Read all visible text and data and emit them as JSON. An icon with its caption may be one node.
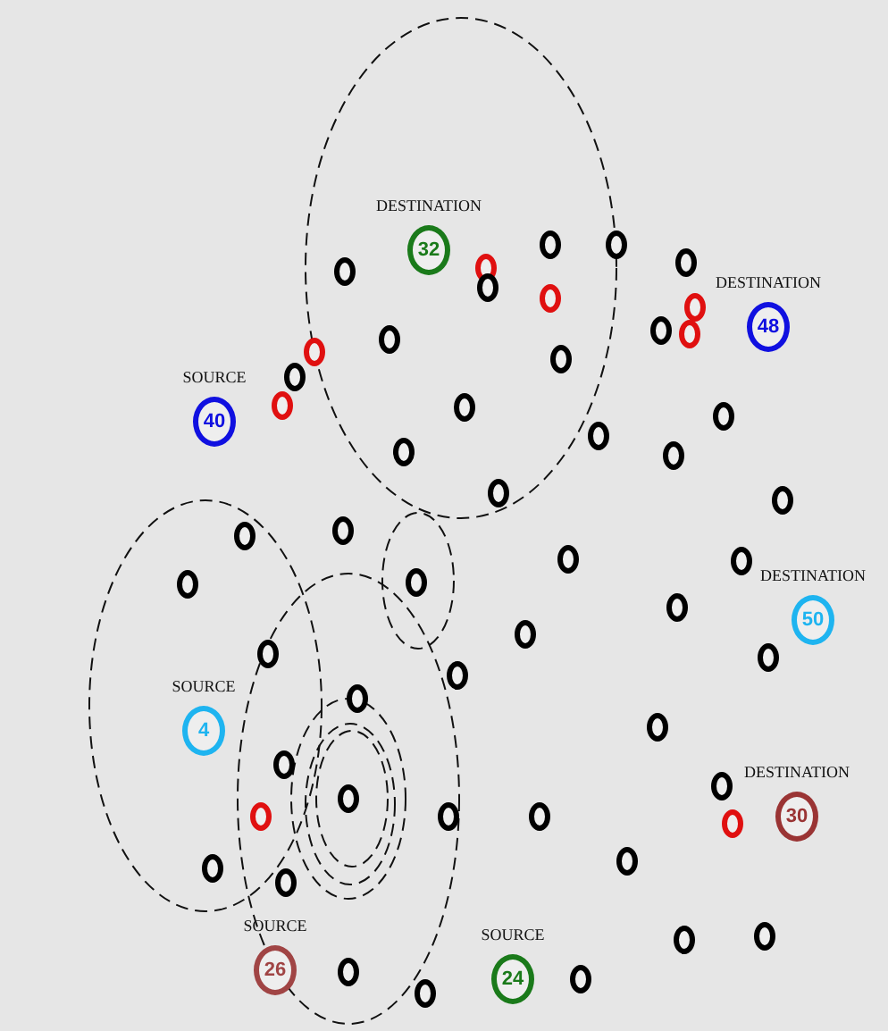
{
  "diagram": {
    "nodes": [
      {
        "text": [],
        "shape": "circle"
      },
      {
        "text": [],
        "shape": "circle"
      },
      {
        "text": [
          "DESTINATION",
          "32"
        ]
      },
      {
        "text": [],
        "shape": "circle"
      },
      {
        "text": [],
        "shape": "circle"
      },
      {
        "text": [],
        "shape": "circle"
      },
      {
        "text": [],
        "shape": "circle"
      },
      {
        "text": [],
        "shape": "circle"
      },
      {
        "text": [],
        "shape": "circle"
      },
      {
        "text": [],
        "shape": "circle"
      },
      {
        "text": [],
        "shape": "circle"
      },
      {
        "text": [
          "DESTINATION",
          "48"
        ]
      },
      {
        "text": [],
        "shape": "circle"
      },
      {
        "text": [],
        "shape": "circle"
      },
      {
        "text": [],
        "shape": "circle"
      },
      {
        "text": [],
        "shape": "circle"
      },
      {
        "text": [],
        "shape": "circle"
      },
      {
        "text": [],
        "shape": "circle"
      },
      {
        "text": [
          "SOURCE",
          "40"
        ]
      },
      {
        "text": [],
        "shape": "circle"
      },
      {
        "text": [],
        "shape": "circle"
      },
      {
        "text": [],
        "shape": "circle"
      },
      {
        "text": [],
        "shape": "circle"
      },
      {
        "text": [],
        "shape": "circle"
      },
      {
        "text": [],
        "shape": "circle"
      },
      {
        "text": [],
        "shape": "circle"
      },
      {
        "text": [],
        "shape": "circle"
      },
      {
        "text": [],
        "shape": "circle"
      },
      {
        "text": [],
        "shape": "circle"
      },
      {
        "text": [],
        "shape": "circle"
      },
      {
        "text": [],
        "shape": "circle"
      },
      {
        "text": [],
        "shape": "circle"
      },
      {
        "text": [
          "DESTINATION",
          "50"
        ]
      },
      {
        "text": [],
        "shape": "circle"
      },
      {
        "text": [],
        "shape": "circle"
      },
      {
        "text": [],
        "shape": "circle"
      },
      {
        "text": [],
        "shape": "circle"
      },
      {
        "text": [],
        "shape": "circle"
      },
      {
        "text": [],
        "shape": "circle"
      },
      {
        "text": [
          "SOURCE",
          "4"
        ]
      },
      {
        "text": [],
        "shape": "circle"
      },
      {
        "text": [],
        "shape": "circle"
      },
      {
        "text": [],
        "shape": "circle"
      },
      {
        "text": [],
        "shape": "circle"
      },
      {
        "text": [],
        "shape": "circle"
      },
      {
        "text": [],
        "shape": "circle"
      },
      {
        "text": [
          "DESTINATION",
          "30"
        ]
      },
      {
        "text": [],
        "shape": "circle"
      },
      {
        "text": [],
        "shape": "circle"
      },
      {
        "text": [],
        "shape": "circle"
      },
      {
        "text": [],
        "shape": "circle"
      },
      {
        "text": [],
        "shape": "circle"
      },
      {
        "text": [],
        "shape": "circle"
      },
      {
        "text": [
          "SOURCE",
          "26"
        ]
      },
      {
        "text": [],
        "shape": "circle"
      },
      {
        "text": [
          "SOURCE",
          "24"
        ]
      },
      {
        "text": [],
        "shape": "circle"
      },
      {
        "text": [],
        "shape": "circle"
      }
    ]
  }
}
